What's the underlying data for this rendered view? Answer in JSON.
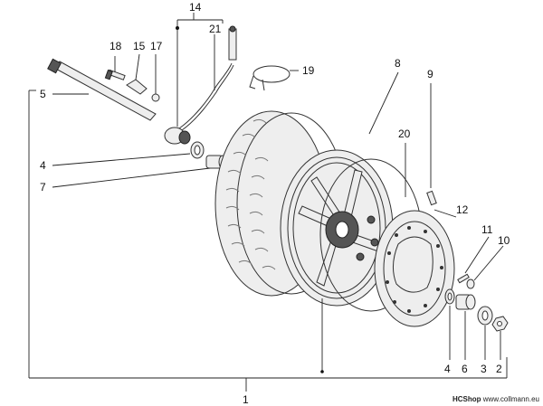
{
  "labels": {
    "p1": "1",
    "p2": "2",
    "p3": "3",
    "p4a": "4",
    "p4b": "4",
    "p5": "5",
    "p6": "6",
    "p7": "7",
    "p8": "8",
    "p9": "9",
    "p10": "10",
    "p11": "11",
    "p12": "12",
    "p14": "14",
    "p15": "15",
    "p17": "17",
    "p18": "18",
    "p19": "19",
    "p20": "20",
    "p21": "21"
  },
  "footer": {
    "brand": "HCShop",
    "url": "www.collmann.eu"
  }
}
